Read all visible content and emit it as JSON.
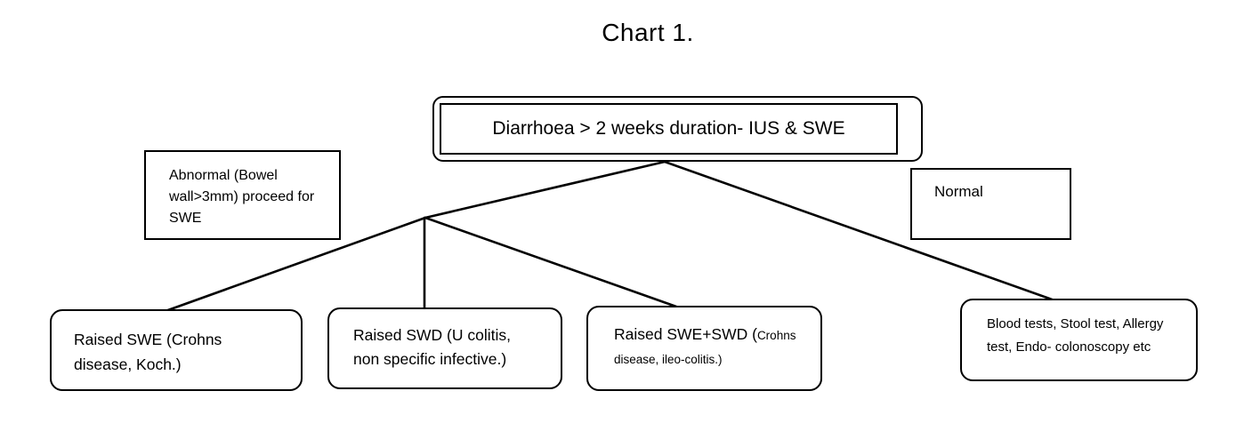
{
  "title": "Chart 1.",
  "root": {
    "label": "Diarrhoea > 2 weeks duration- IUS & SWE"
  },
  "branches": {
    "abnormal": {
      "line1": "Abnormal (Bowel",
      "line2": "wall>3mm) proceed for",
      "line3": "SWE"
    },
    "normal": {
      "label": "Normal"
    }
  },
  "outcomes": {
    "raised_swe": {
      "line1": "Raised SWE (Crohns",
      "line2": "disease, Koch.)"
    },
    "raised_swd": {
      "line1": "Raised SWD (U colitis,",
      "line2": "non specific infective.)"
    },
    "raised_swe_swd": {
      "line1_main": "Raised SWE+SWD (",
      "line1_detail": "Crohns",
      "line2_detail": "disease, ileo-colitis.)"
    },
    "normal_workup": {
      "line1": "Blood tests, Stool test, Allergy",
      "line2": "test, Endo- colonoscopy etc"
    }
  },
  "colors": {
    "stroke": "#000000",
    "background": "#ffffff"
  }
}
